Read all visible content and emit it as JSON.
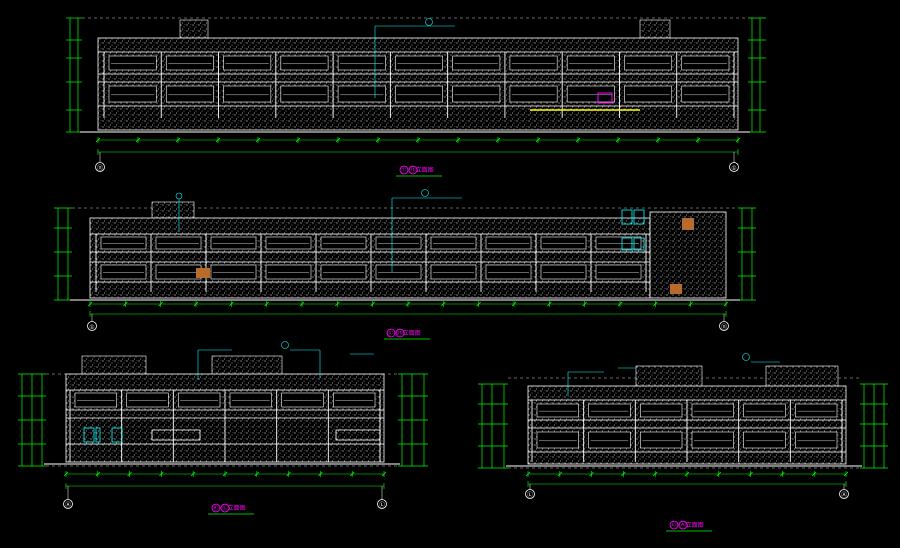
{
  "colors": {
    "background": "#000000",
    "line": "#ffffff",
    "dimension": "#00ff00",
    "annotation": "#00ffff",
    "accent": "#ff00ff",
    "window_glass": "#00ffff",
    "door": "#b86b2a",
    "strip": "#ffff00",
    "texture": "#c8c8c8"
  },
  "drawings": [
    {
      "id": "elevation-1",
      "title": "①-⑪立面图",
      "start_axis": "⑪",
      "end_axis": "①"
    },
    {
      "id": "elevation-2",
      "title": "①-⑪立面图",
      "start_axis": "①",
      "end_axis": "⑪"
    },
    {
      "id": "elevation-3",
      "title": "Ⓐ-Ⓛ立面图",
      "start_axis": "Ⓐ",
      "end_axis": "Ⓛ"
    },
    {
      "id": "elevation-4",
      "title": "Ⓛ-Ⓐ立面图",
      "start_axis": "Ⓛ",
      "end_axis": "Ⓐ"
    }
  ]
}
